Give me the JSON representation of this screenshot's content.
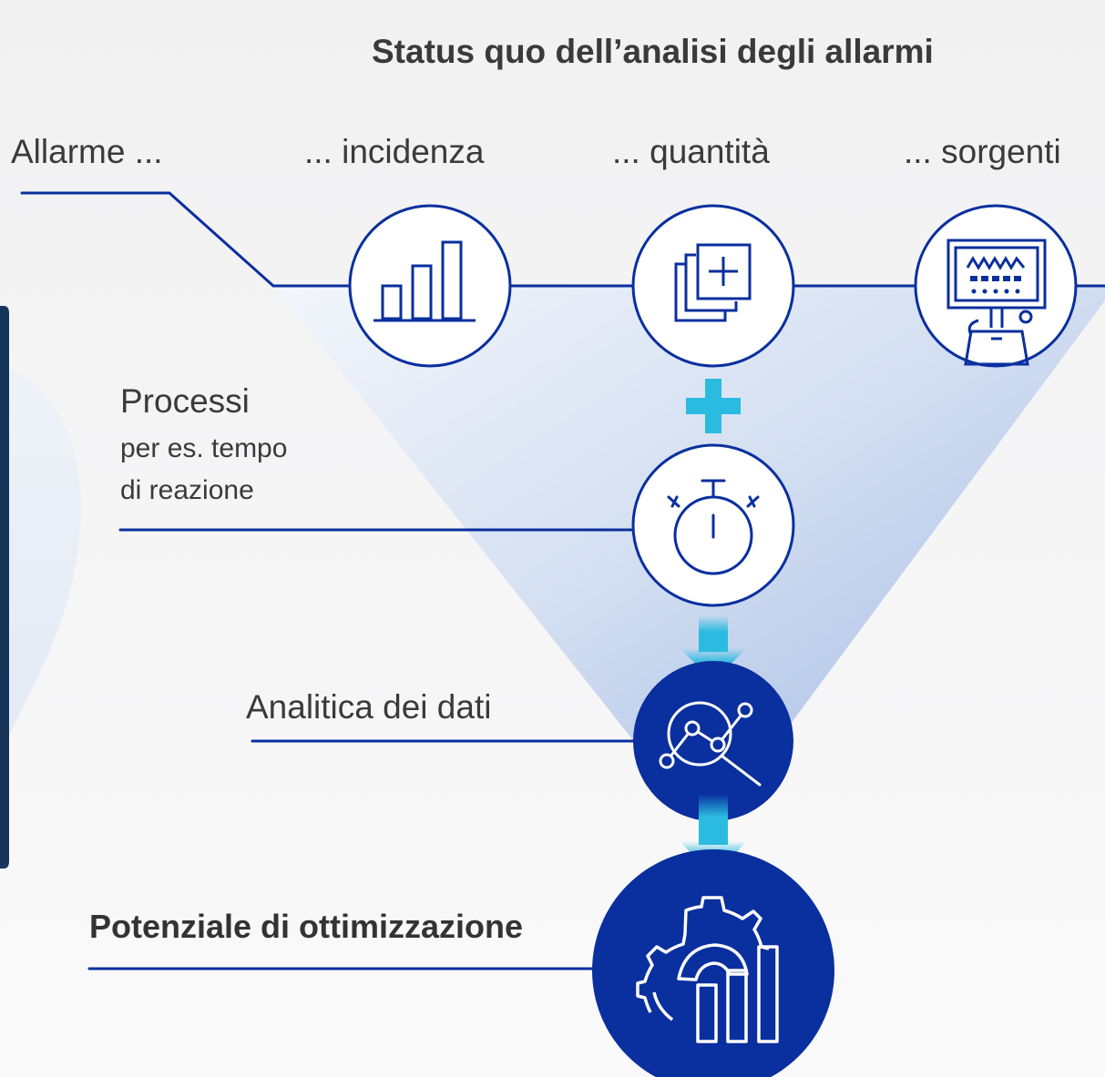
{
  "title": "Status quo dell’analisi degli allarmi",
  "columns": {
    "alarm": "Allarme ...",
    "incidence": "... incidenza",
    "quantity": "... quantità",
    "sources": "... sorgenti"
  },
  "processes": {
    "title": "Processi",
    "line1": "per es. tempo",
    "line2": "di reazione"
  },
  "analytics": "Analitica dei dati",
  "potential": "Potenziale di ottimizzazione",
  "colors": {
    "navy": "#0a2f9e",
    "dark_navy": "#17345a",
    "cyan": "#2bbbe0",
    "funnel_light": "#e6edf8",
    "funnel_dark": "#aec3e6",
    "text": "#3a3a3a"
  },
  "icons": {
    "incidence": "bar-chart-icon",
    "quantity": "stacked-plus-icon",
    "sources": "patient-monitor-icon",
    "processes": "stopwatch-icon",
    "analytics": "data-analytics-icon",
    "potential": "gear-bar-chart-icon"
  }
}
